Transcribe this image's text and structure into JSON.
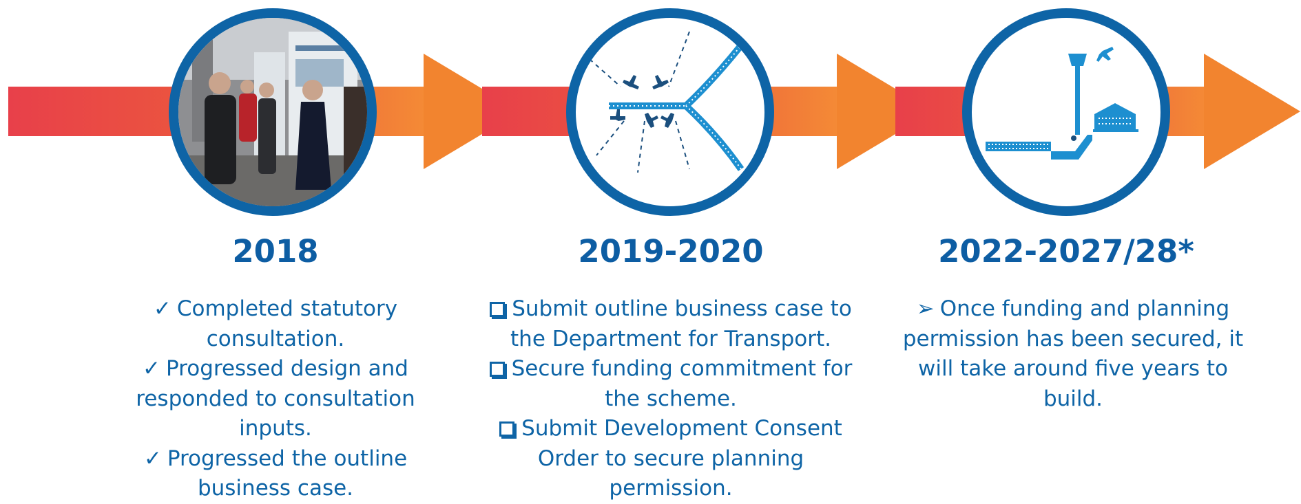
{
  "colors": {
    "primary_blue": "#0e64a6",
    "arrow_orange": "#f2842f",
    "arrow_red": "#e8404a"
  },
  "stages": [
    {
      "year": "2018",
      "illustration": "consultation-event-photo",
      "marker": "✓",
      "items": [
        "Completed statutory consultation.",
        "Progressed design and responded to consultation inputs.",
        "Progressed the outline business case."
      ]
    },
    {
      "year": "2019-2020",
      "illustration": "railway-and-planes-icon",
      "marker": "checkbox",
      "items": [
        "Submit outline business case to the Department for Transport.",
        "Secure funding commitment for the scheme.",
        "Submit Development Consent Order to secure planning permission."
      ]
    },
    {
      "year": "2022-2027/28*",
      "illustration": "airport-station-icon",
      "marker": "➢",
      "items": [
        "Once funding and planning permission has been secured, it will take around five years to build."
      ]
    }
  ]
}
